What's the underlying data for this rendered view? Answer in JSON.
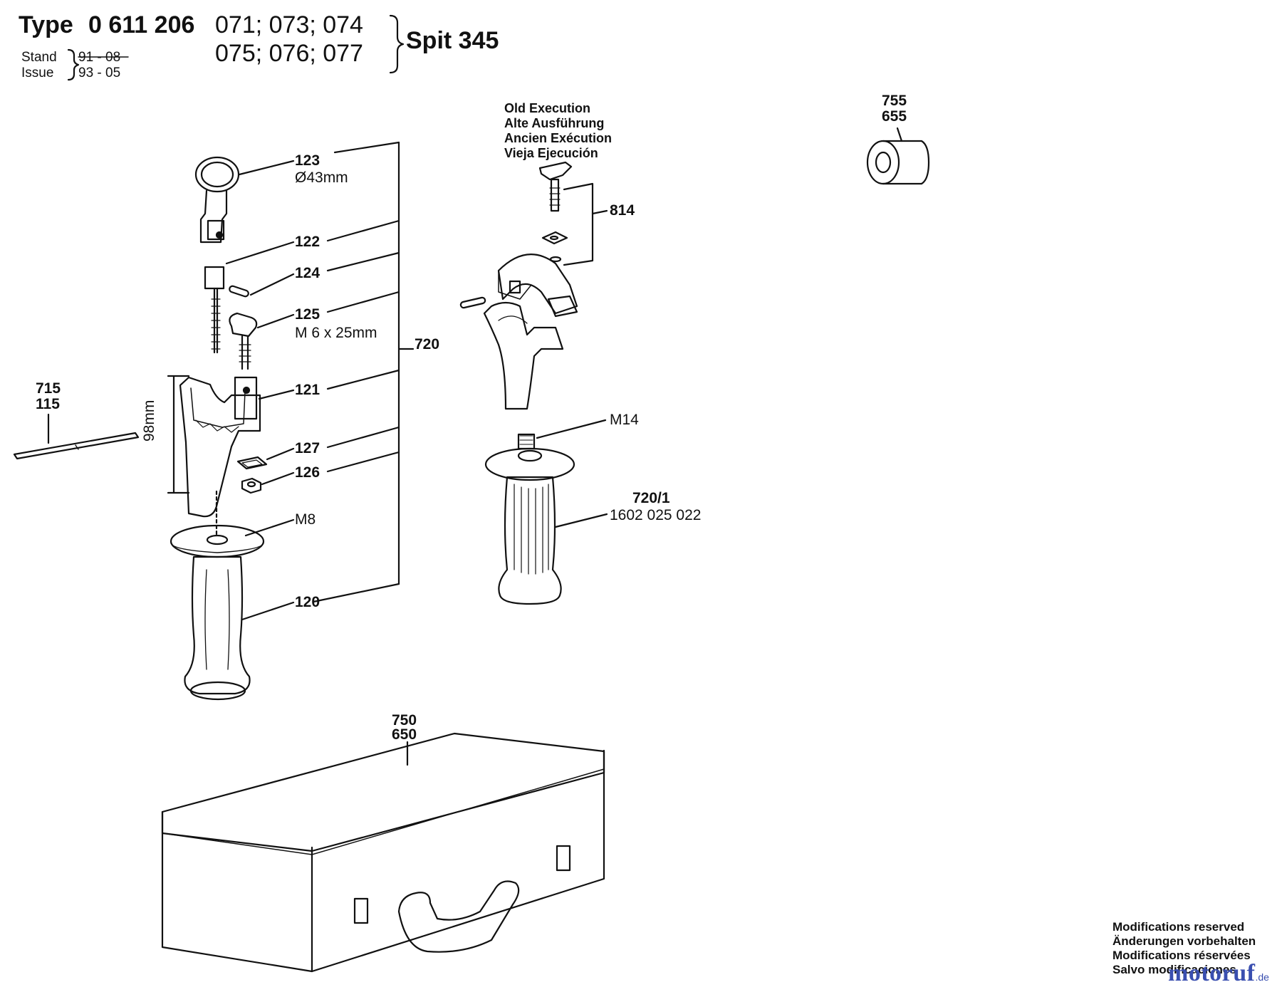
{
  "header": {
    "type_word": "Type",
    "type_number": "0 611 206",
    "variants_line1": "071; 073; 074",
    "variants_line2": "075; 076; 077",
    "model": "Spit 345",
    "stand_label": "Stand",
    "stand_value": "91 - 08",
    "issue_label": "Issue",
    "issue_value": "93 - 05"
  },
  "old_execution": [
    "Old Execution",
    "Alte Ausführung",
    "Ancien Exécution",
    "Vieja Ejecución"
  ],
  "parts": {
    "p123": "123",
    "p123_dim": "Ø43mm",
    "p122": "122",
    "p124": "124",
    "p125": "125",
    "p125_dim": "M 6 x 25mm",
    "p720": "720",
    "p121": "121",
    "p127": "127",
    "p126": "126",
    "pM8": "M8",
    "p120": "120",
    "p715": "715",
    "p115": "115",
    "dim98": "98mm",
    "p814": "814",
    "pM14": "M14",
    "p720_1": "720/1",
    "p720_1_num": "1602 025 022",
    "p755": "755",
    "p655": "655",
    "p750": "750",
    "p650": "650"
  },
  "footer_notes": [
    "Modifications reserved",
    "Änderungen vorbehalten",
    "Modifications réservées",
    "Salvo modificaciones"
  ],
  "watermark": {
    "text": "motoruf",
    "suffix": ".de",
    "color": "#3a4fb0"
  },
  "colors": {
    "ink": "#111111",
    "background": "#ffffff"
  }
}
